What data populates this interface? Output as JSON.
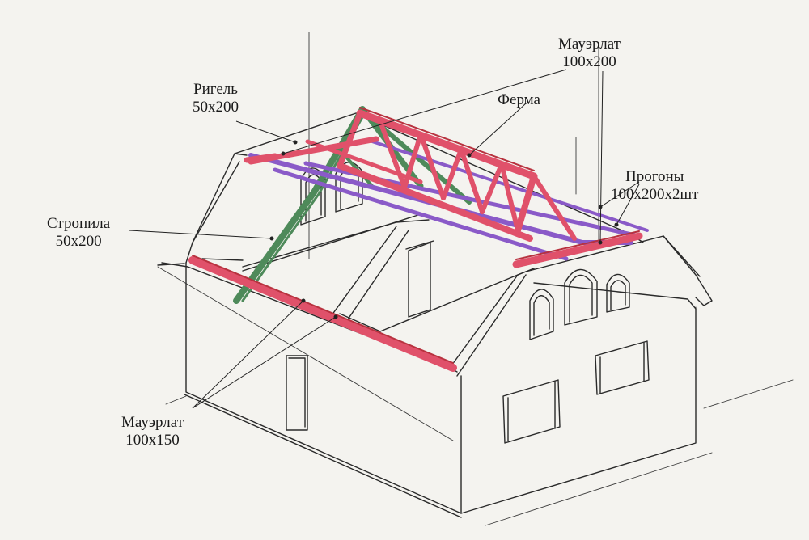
{
  "labels": {
    "mauerlat_top": {
      "line1": "Мауэрлат",
      "line2": "100х200"
    },
    "rigel": {
      "line1": "Ригель",
      "line2": "50х200"
    },
    "ferma": {
      "line1": "Ферма"
    },
    "progony": {
      "line1": "Прогоны",
      "line2": "100х200х2шт"
    },
    "stropila": {
      "line1": "Стропила",
      "line2": "50х200"
    },
    "mauerlat_bottom": {
      "line1": "Мауэрлат",
      "line2": "100х150"
    }
  },
  "colors": {
    "pencil": "#2a2a2a",
    "beam_red": "#e0516a",
    "beam_red_dark": "#b8323f",
    "purlin_purple": "#8a5ac8",
    "rafter_green": "#4e8a5a",
    "paper": "#f4f3ef"
  }
}
